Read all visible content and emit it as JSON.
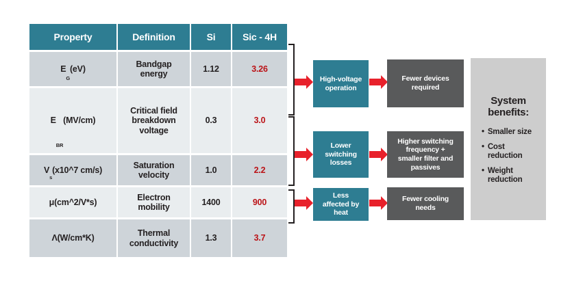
{
  "table": {
    "headers": [
      "Property",
      "Definition",
      "Si",
      "Sic - 4H"
    ],
    "rows": [
      {
        "symbol": "E",
        "sub": "G",
        "unit": " (eV)",
        "definition": "Bandgap energy",
        "si": "1.12",
        "sic": "3.26"
      },
      {
        "symbol": "E",
        "sub": "BR",
        "unit": " (MV/cm)",
        "definition": "Critical field breakdown voltage",
        "si": "0.3",
        "sic": "3.0"
      },
      {
        "symbol": "V",
        "sub": "s",
        "unit": " (x10^7 cm/s)",
        "definition": "Saturation velocity",
        "si": "1.0",
        "sic": "2.2"
      },
      {
        "symbol": "μ",
        "sub": "",
        "unit": " (cm^2/V*s)",
        "definition": "Electron mobility",
        "si": "1400",
        "sic": "900"
      },
      {
        "symbol": "Λ",
        "sub": "",
        "unit": " (W/cm*K)",
        "definition": "Thermal conductivity",
        "si": "1.3",
        "sic": "3.7"
      }
    ]
  },
  "flows": [
    {
      "cause": "High-voltage\noperation",
      "effect": "Fewer devices\nrequired"
    },
    {
      "cause": "Lower\nswitching\nlosses",
      "effect": "Higher switching\nfrequency +\nsmaller filter and\npassives"
    },
    {
      "cause": "Less\naffected by\nheat",
      "effect": "Fewer cooling\nneeds"
    }
  ],
  "benefits": {
    "title": "System\nbenefits:",
    "bullet_glyph": "•",
    "items": [
      "Smaller size",
      "Cost\nreduction",
      "Weight\nreduction"
    ]
  },
  "colors": {
    "teal": "#2e7d92",
    "effect_box_gray": "#595a5b",
    "panel_gray": "#cdcdcd",
    "arrow_red": "#e8212b",
    "highlight_value_red": "#bb1317",
    "row_dark": "#ced4d9",
    "row_light": "#e9edef",
    "text": "#231f20"
  }
}
